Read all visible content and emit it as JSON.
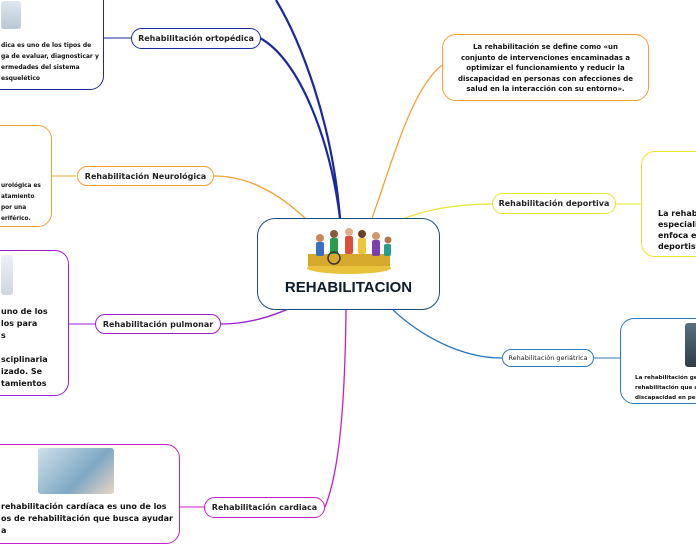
{
  "central": {
    "title": "REHABILITACION",
    "image": "people-with-disabilities-illustration"
  },
  "definition": {
    "text_lines": [
      "La rehabilitación se define como «un",
      "conjunto de intervenciones encaminadas a",
      "optimizar el funcionamiento y reducir la",
      "discapacidad en personas con afecciones de",
      "salud en la interacción con su entorno»."
    ]
  },
  "branches": {
    "ortopedica": {
      "label": "Rehabilitación ortopédica",
      "color": "#1a2a9e",
      "detail_lines": [
        "dica es uno de los tipos de",
        "ga de evaluar, diagnosticar y",
        "ermedades del sistema",
        "esquelético"
      ]
    },
    "neurologica": {
      "label": "Rehabilitación Neurológica",
      "color": "#f5a030",
      "detail_lines": [
        "urológica es",
        "atamiento",
        "por una",
        "eriférico."
      ]
    },
    "pulmonar": {
      "label": "Rehabilitación pulmonar",
      "color": "#9b1fd0",
      "detail_lines": [
        "uno de los",
        "los para",
        "s",
        "",
        "sciplinaria",
        "izado. Se",
        "tamientos"
      ]
    },
    "cardiaca": {
      "label": "Rehabilitación cardiaca",
      "color": "#c81ec8",
      "detail_lines": [
        "rehabilitación cardíaca es uno de los",
        "os de rehabilitación que busca ayudar a"
      ]
    },
    "deportiva": {
      "label": "Rehabilitación deportiva",
      "color": "#e6e62e",
      "detail_lines": [
        "La rehabi",
        "especializ",
        "enfoca en",
        "deportista"
      ]
    },
    "geriatrica": {
      "label": "Rehabilitación geriátrica",
      "color": "#2a7bc0",
      "detail_lines": [
        "La rehabilitación ger",
        "rehabilitación que a y",
        "discapacidad en pers"
      ]
    }
  }
}
